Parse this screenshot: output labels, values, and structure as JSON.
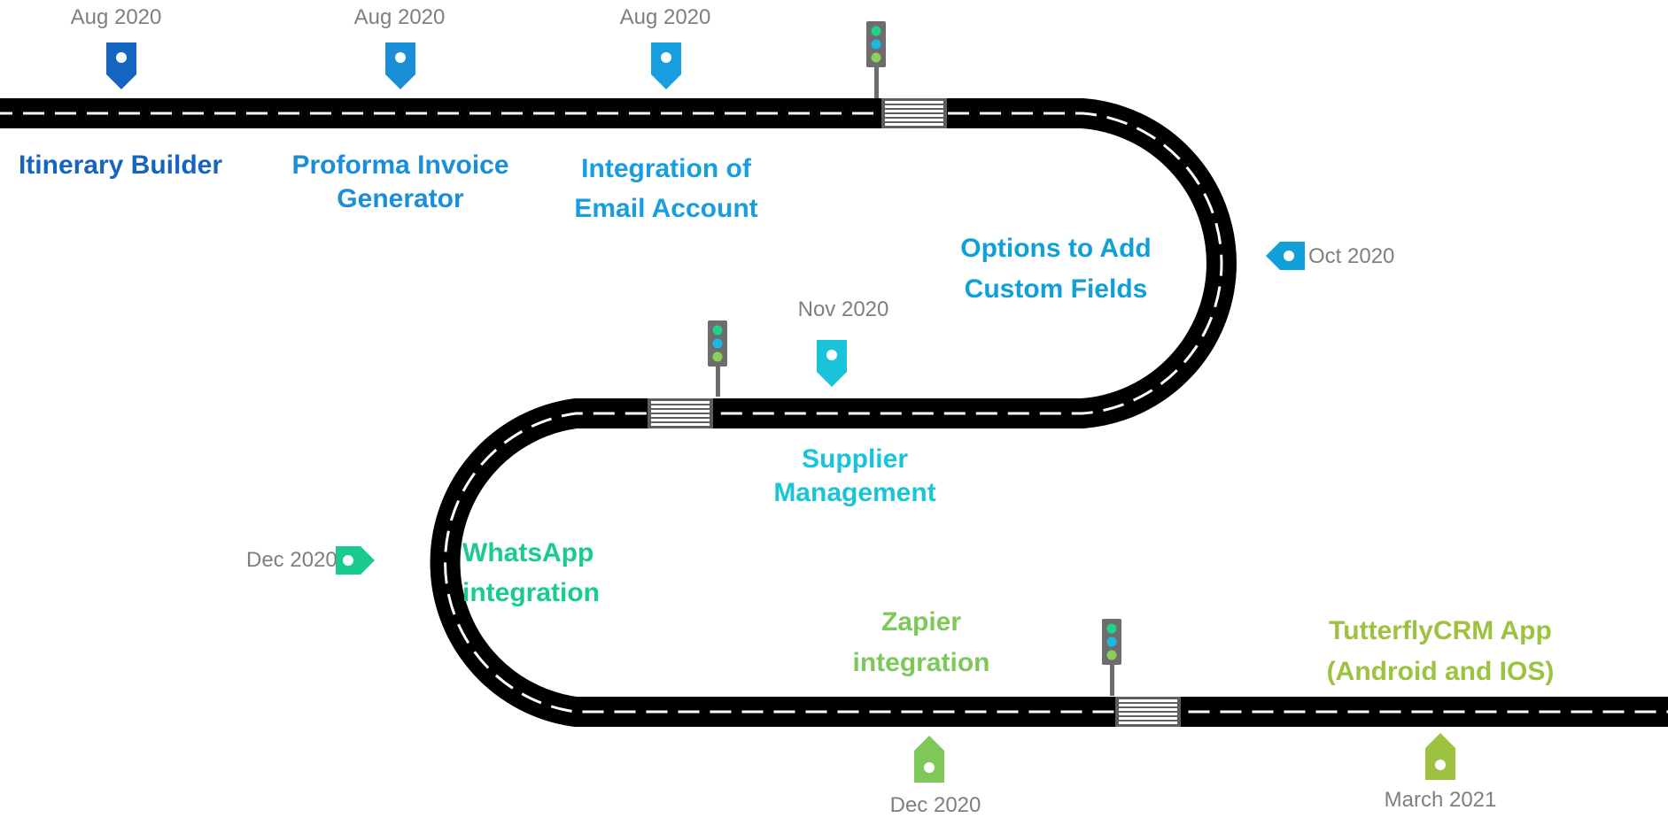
{
  "colors": {
    "road": "#000000",
    "lane": "#ffffff",
    "date_text": "#7f7f7f",
    "pole": "#6d6d6d",
    "light_green": "#1fd48a",
    "light_cyan": "#19b9e3",
    "light_lime": "#8bcf5c"
  },
  "milestones": [
    {
      "id": "itinerary",
      "title_lines": [
        "Itinerary Builder"
      ],
      "date": "Aug 2020",
      "color": "#1565c0",
      "marker": "pin-down",
      "marker_icon": "location-pin-icon"
    },
    {
      "id": "proforma",
      "title_lines": [
        "Proforma Invoice",
        "Generator"
      ],
      "date": "Aug 2020",
      "color": "#1a8fd8",
      "marker": "pin-down",
      "marker_icon": "location-pin-icon"
    },
    {
      "id": "email",
      "title_lines": [
        "Integration of",
        "Email Account"
      ],
      "date": "Aug 2020",
      "color": "#179ede",
      "marker": "pin-down",
      "marker_icon": "location-pin-icon"
    },
    {
      "id": "custom-fields",
      "title_lines": [
        "Options to Add",
        "Custom Fields"
      ],
      "date": "Oct 2020",
      "color": "#119fd8",
      "marker": "pin-left",
      "marker_icon": "location-pin-icon"
    },
    {
      "id": "supplier",
      "title_lines": [
        "Supplier",
        "Management"
      ],
      "date": "Nov 2020",
      "color": "#1ac4d8",
      "marker": "pin-down",
      "marker_icon": "location-pin-icon"
    },
    {
      "id": "whatsapp",
      "title_lines": [
        "WhatsApp",
        "integration"
      ],
      "date": "Dec 2020",
      "color": "#19cc8e",
      "marker": "pin-right",
      "marker_icon": "location-pin-icon"
    },
    {
      "id": "zapier",
      "title_lines": [
        "Zapier",
        "integration"
      ],
      "date": "Dec 2020",
      "color": "#7ec85a",
      "marker": "pin-up",
      "marker_icon": "location-pin-icon"
    },
    {
      "id": "app",
      "title_lines": [
        "TutterflyCRM App",
        "(Android and IOS)"
      ],
      "date": "March 2021",
      "color": "#9cc23f",
      "marker": "pin-up",
      "marker_icon": "location-pin-icon"
    }
  ],
  "traffic_lights": [
    {
      "id": "light-top",
      "icon": "traffic-light-icon"
    },
    {
      "id": "light-middle",
      "icon": "traffic-light-icon"
    },
    {
      "id": "light-bottom",
      "icon": "traffic-light-icon"
    }
  ],
  "crosswalks": [
    {
      "id": "crosswalk-top",
      "icon": "crosswalk-icon"
    },
    {
      "id": "crosswalk-middle",
      "icon": "crosswalk-icon"
    },
    {
      "id": "crosswalk-bottom",
      "icon": "crosswalk-icon"
    }
  ]
}
